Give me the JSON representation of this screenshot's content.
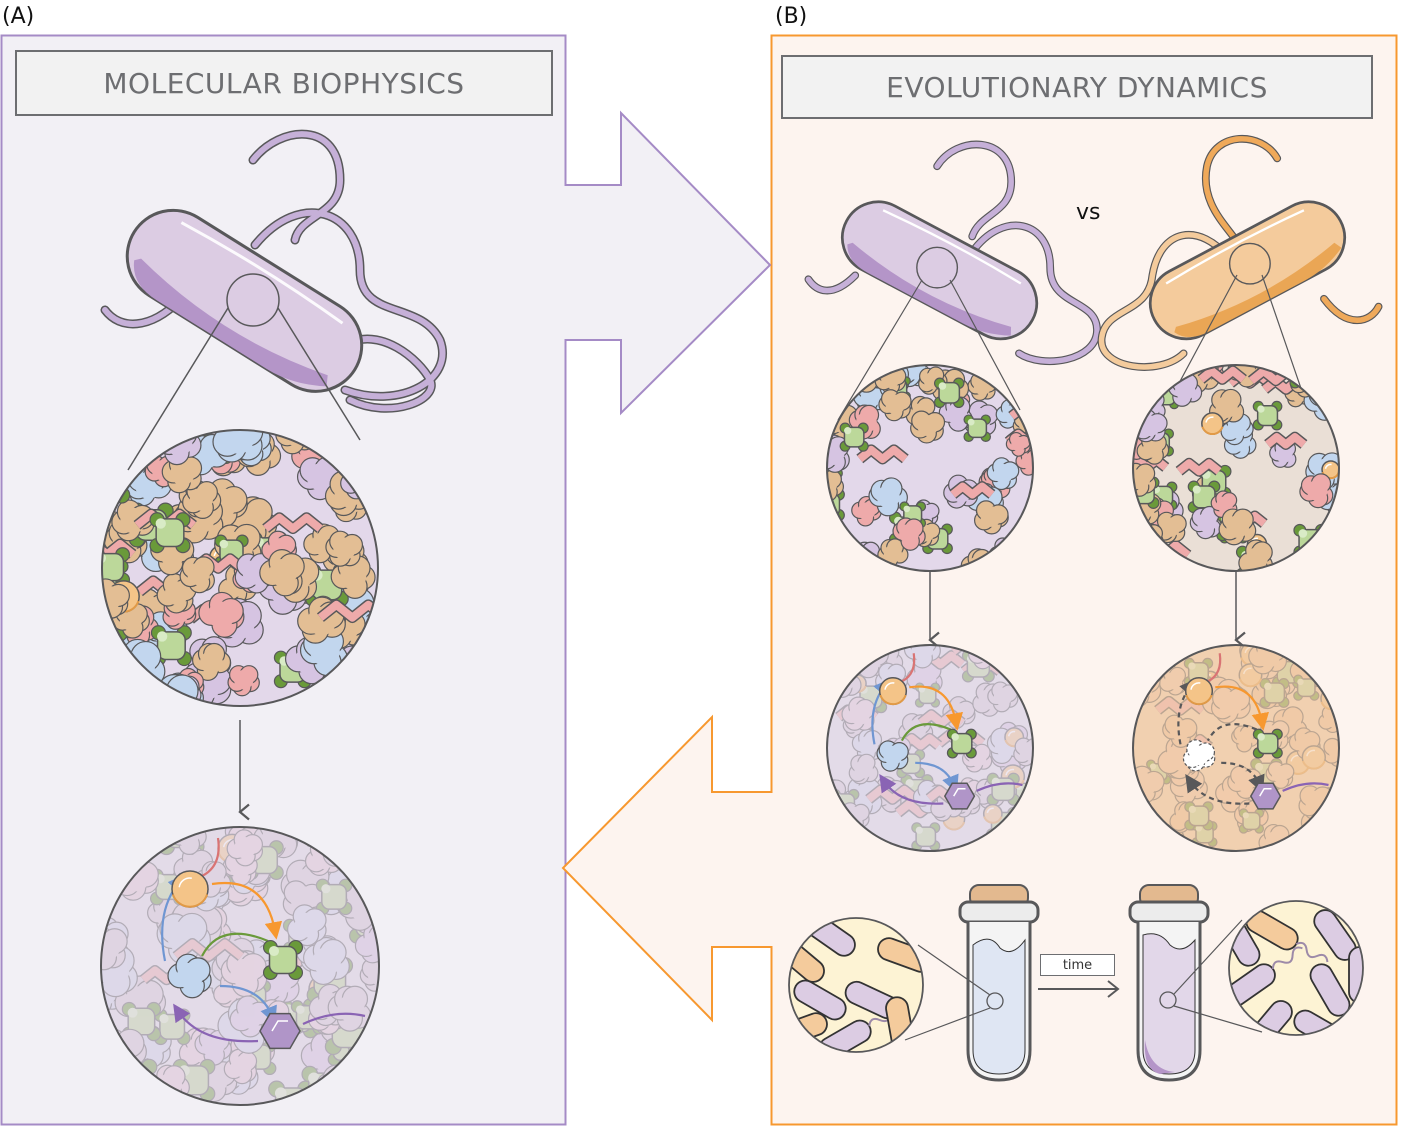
{
  "panels": {
    "a": {
      "label": "(A)",
      "title": "MOLECULAR BIOPHYSICS",
      "color": "#a58bc6",
      "background": "#f2f0f5"
    },
    "b": {
      "label": "(B)",
      "title": "EVOLUTIONARY DYNAMICS",
      "color": "#f7982f",
      "background": "#fdf4ef",
      "comparison_label": "vs",
      "time_label": "time"
    }
  },
  "colors": {
    "cell_purple": "#dccce3",
    "cell_purple_dark": "#b495c8",
    "cell_orange": "#f4cb9c",
    "cell_orange_dark": "#eaa655",
    "flagella_purple": "#c6b0d8",
    "flagella_orange": "#efa95a",
    "outline": "#58585a",
    "protein_green": "#bcd89a",
    "protein_green_dark": "#6a9a3a",
    "protein_blue": "#c2d6ee",
    "protein_pink": "#eeaaaa",
    "protein_tan": "#e3be94",
    "protein_orange": "#f4c488",
    "protein_violet": "#b095c8",
    "arrow_orange": "#f7982f",
    "arrow_blue": "#6f96d2",
    "arrow_green": "#6a9a3a",
    "arrow_red": "#d97474",
    "arrow_purple": "#8a64b4",
    "medium_yellow": "#fdf3d4",
    "tube_blue": "#dfe6f3",
    "tube_purple": "#e2d7e9",
    "cork": "#e3b98f"
  }
}
